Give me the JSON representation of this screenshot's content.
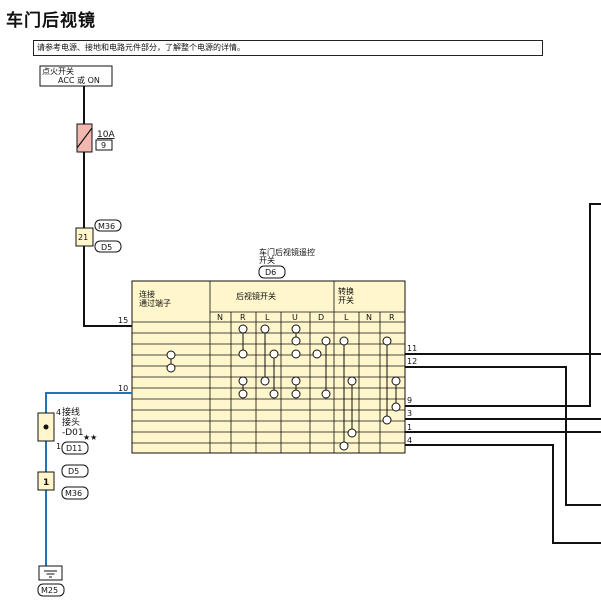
{
  "title": "车门后视镜",
  "note": "请参考电源、接地和电路元件部分，了解整个电源的详情。",
  "power": {
    "line1": "点火开关",
    "line2": "ACC 或 ON"
  },
  "fuse": {
    "rating": "10A",
    "number": "9"
  },
  "connector_top": {
    "pin": "21",
    "id1": "M36",
    "id2": "D5"
  },
  "switch": {
    "name_line1": "车门后视镜遥控",
    "name_line2": "开关",
    "code": "D6",
    "section_terminal_line1": "连接",
    "section_terminal_line2": "通过端子",
    "section_mirror": "后视镜开关",
    "section_change_line1": "转换",
    "section_change_line2": "开关",
    "columns": [
      "N",
      "R",
      "L",
      "U",
      "D",
      "L",
      "N",
      "R"
    ]
  },
  "pins": {
    "in_top": "15",
    "in_ground": "10",
    "outputs": [
      "11",
      "12",
      "9",
      "3",
      "1",
      "4"
    ]
  },
  "joint": {
    "pin4": "4",
    "label_line1": "接线",
    "label_line2": "接头",
    "label_line3": "-D01",
    "pin1": "1",
    "code": "D11",
    "stars": "★★"
  },
  "connector_bottom": {
    "pin": "1",
    "id1": "D5",
    "id2": "M36"
  },
  "ground": {
    "code": "M25"
  },
  "colors": {
    "wire_black": "#111111",
    "wire_blue": "#2a6fb0",
    "panel": "#fff6cc",
    "fuse": "#f2b8b0"
  }
}
